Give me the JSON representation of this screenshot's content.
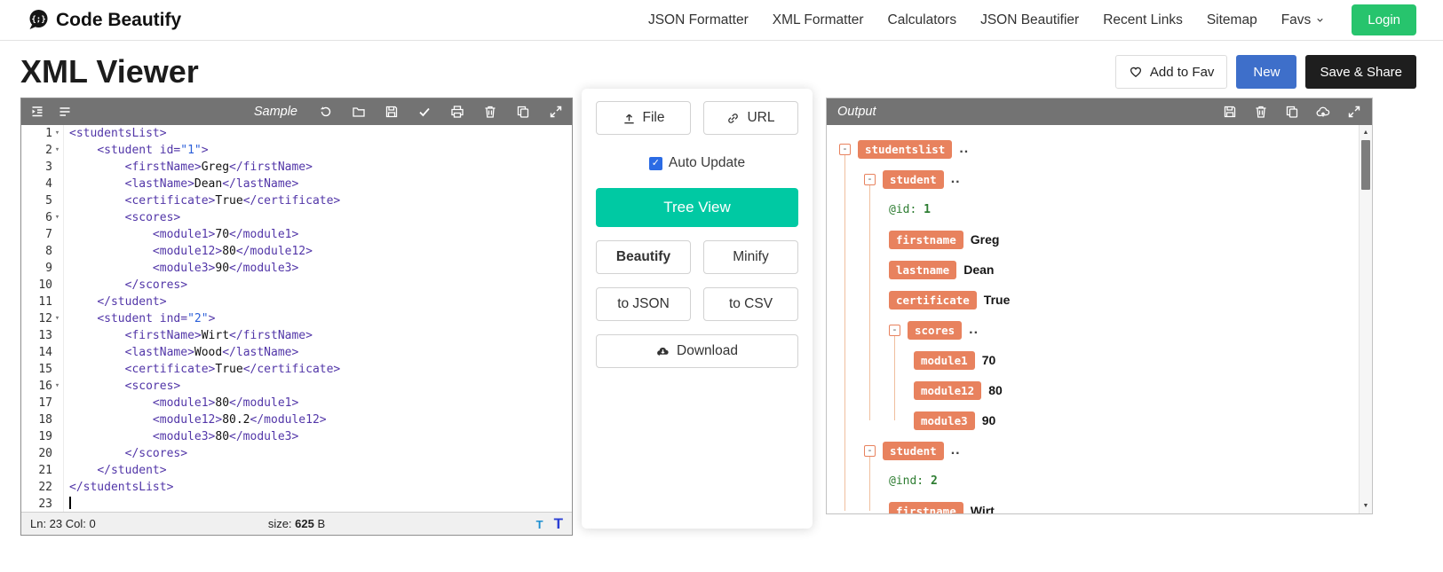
{
  "colors": {
    "accent_teal": "#00c9a3",
    "login_green": "#27c46d",
    "new_button_blue": "#3e6fca",
    "dark_button": "#1e1e1e",
    "toolbar_gray": "#737373",
    "node_chip_salmon": "#e8825e",
    "attribute_green": "#2e7d32",
    "xml_tag_purple": "#5236a8",
    "xml_string_blue": "#2b5fd9",
    "checkbox_blue": "#2b6be4"
  },
  "header": {
    "logo_text": "Code Beautify",
    "nav_items": [
      "JSON Formatter",
      "XML Formatter",
      "Calculators",
      "JSON Beautifier",
      "Recent Links",
      "Sitemap",
      "Favs"
    ],
    "login_label": "Login"
  },
  "page": {
    "title": "XML Viewer",
    "actions": {
      "add_to_fav": "Add to Fav",
      "new": "New",
      "save_share": "Save & Share"
    }
  },
  "editor": {
    "sample_label": "Sample",
    "toolbar_icons_left": [
      "indent-icon",
      "menu-icon"
    ],
    "toolbar_icons_right": [
      "history-icon",
      "open-file-icon",
      "save-icon",
      "validate-icon",
      "print-icon",
      "delete-icon",
      "copy-icon",
      "fullscreen-icon"
    ],
    "status": {
      "position": "Ln: 23 Col: 0",
      "size_label": "size:",
      "size_value": "625",
      "size_unit": "B"
    },
    "decrease_font_label": "T",
    "increase_font_label": "T",
    "lines": [
      {
        "n": 1,
        "fold": true,
        "s": [
          [
            "t",
            "<studentsList>"
          ]
        ]
      },
      {
        "n": 2,
        "fold": true,
        "s": [
          [
            "p",
            "    "
          ],
          [
            "t",
            "<student"
          ],
          [
            "p",
            " "
          ],
          [
            "a",
            "id"
          ],
          [
            "o",
            "="
          ],
          [
            "s",
            "\"1\""
          ],
          [
            "t",
            ">"
          ]
        ]
      },
      {
        "n": 3,
        "s": [
          [
            "p",
            "        "
          ],
          [
            "t",
            "<firstName>"
          ],
          [
            "x",
            "Greg"
          ],
          [
            "t",
            "</firstName>"
          ]
        ]
      },
      {
        "n": 4,
        "s": [
          [
            "p",
            "        "
          ],
          [
            "t",
            "<lastName>"
          ],
          [
            "x",
            "Dean"
          ],
          [
            "t",
            "</lastName>"
          ]
        ]
      },
      {
        "n": 5,
        "s": [
          [
            "p",
            "        "
          ],
          [
            "t",
            "<certificate>"
          ],
          [
            "x",
            "True"
          ],
          [
            "t",
            "</certificate>"
          ]
        ]
      },
      {
        "n": 6,
        "fold": true,
        "s": [
          [
            "p",
            "        "
          ],
          [
            "t",
            "<scores>"
          ]
        ]
      },
      {
        "n": 7,
        "s": [
          [
            "p",
            "            "
          ],
          [
            "t",
            "<module1>"
          ],
          [
            "x",
            "70"
          ],
          [
            "t",
            "</module1>"
          ]
        ]
      },
      {
        "n": 8,
        "s": [
          [
            "p",
            "            "
          ],
          [
            "t",
            "<module12>"
          ],
          [
            "x",
            "80"
          ],
          [
            "t",
            "</module12>"
          ]
        ]
      },
      {
        "n": 9,
        "s": [
          [
            "p",
            "            "
          ],
          [
            "t",
            "<module3>"
          ],
          [
            "x",
            "90"
          ],
          [
            "t",
            "</module3>"
          ]
        ]
      },
      {
        "n": 10,
        "s": [
          [
            "p",
            "        "
          ],
          [
            "t",
            "</scores>"
          ]
        ]
      },
      {
        "n": 11,
        "s": [
          [
            "p",
            "    "
          ],
          [
            "t",
            "</student>"
          ]
        ]
      },
      {
        "n": 12,
        "fold": true,
        "s": [
          [
            "p",
            "    "
          ],
          [
            "t",
            "<student"
          ],
          [
            "p",
            " "
          ],
          [
            "a",
            "ind"
          ],
          [
            "o",
            "="
          ],
          [
            "s",
            "\"2\""
          ],
          [
            "t",
            ">"
          ]
        ]
      },
      {
        "n": 13,
        "s": [
          [
            "p",
            "        "
          ],
          [
            "t",
            "<firstName>"
          ],
          [
            "x",
            "Wirt"
          ],
          [
            "t",
            "</firstName>"
          ]
        ]
      },
      {
        "n": 14,
        "s": [
          [
            "p",
            "        "
          ],
          [
            "t",
            "<lastName>"
          ],
          [
            "x",
            "Wood"
          ],
          [
            "t",
            "</lastName>"
          ]
        ]
      },
      {
        "n": 15,
        "s": [
          [
            "p",
            "        "
          ],
          [
            "t",
            "<certificate>"
          ],
          [
            "x",
            "True"
          ],
          [
            "t",
            "</certificate>"
          ]
        ]
      },
      {
        "n": 16,
        "fold": true,
        "s": [
          [
            "p",
            "        "
          ],
          [
            "t",
            "<scores>"
          ]
        ]
      },
      {
        "n": 17,
        "s": [
          [
            "p",
            "            "
          ],
          [
            "t",
            "<module1>"
          ],
          [
            "x",
            "80"
          ],
          [
            "t",
            "</module1>"
          ]
        ]
      },
      {
        "n": 18,
        "s": [
          [
            "p",
            "            "
          ],
          [
            "t",
            "<module12>"
          ],
          [
            "x",
            "80.2"
          ],
          [
            "t",
            "</module12>"
          ]
        ]
      },
      {
        "n": 19,
        "s": [
          [
            "p",
            "            "
          ],
          [
            "t",
            "<module3>"
          ],
          [
            "x",
            "80"
          ],
          [
            "t",
            "</module3>"
          ]
        ]
      },
      {
        "n": 20,
        "s": [
          [
            "p",
            "        "
          ],
          [
            "t",
            "</scores>"
          ]
        ]
      },
      {
        "n": 21,
        "s": [
          [
            "p",
            "    "
          ],
          [
            "t",
            "</student>"
          ]
        ]
      },
      {
        "n": 22,
        "s": [
          [
            "t",
            "</studentsList>"
          ]
        ]
      },
      {
        "n": 23,
        "cursor": true,
        "s": []
      }
    ]
  },
  "controls": {
    "file": "File",
    "url": "URL",
    "auto_update": "Auto Update",
    "auto_update_checked": true,
    "tree_view": "Tree View",
    "beautify": "Beautify",
    "minify": "Minify",
    "to_json": "to JSON",
    "to_csv": "to CSV",
    "download": "Download",
    "icons": {
      "file": "upload-icon",
      "url": "link-icon",
      "download": "download-icon"
    }
  },
  "output": {
    "title": "Output",
    "toolbar_icons": [
      "save-icon",
      "delete-icon",
      "copy-icon",
      "cloud-save-icon",
      "fullscreen-icon"
    ],
    "tree": [
      {
        "d": 0,
        "c": true,
        "label": "studentslist",
        "suffix": ".."
      },
      {
        "d": 1,
        "c": true,
        "label": "student",
        "suffix": ".."
      },
      {
        "d": 2,
        "attr": "@id:",
        "value": "1"
      },
      {
        "d": 2,
        "label": "firstname",
        "value": "Greg"
      },
      {
        "d": 2,
        "label": "lastname",
        "value": "Dean"
      },
      {
        "d": 2,
        "label": "certificate",
        "value": "True"
      },
      {
        "d": 2,
        "c": true,
        "label": "scores",
        "suffix": ".."
      },
      {
        "d": 3,
        "label": "module1",
        "value": "70"
      },
      {
        "d": 3,
        "label": "module12",
        "value": "80"
      },
      {
        "d": 3,
        "label": "module3",
        "value": "90"
      },
      {
        "d": 1,
        "c": true,
        "label": "student",
        "suffix": ".."
      },
      {
        "d": 2,
        "attr": "@ind:",
        "value": "2"
      },
      {
        "d": 2,
        "label": "firstname",
        "value": "Wirt"
      }
    ]
  }
}
